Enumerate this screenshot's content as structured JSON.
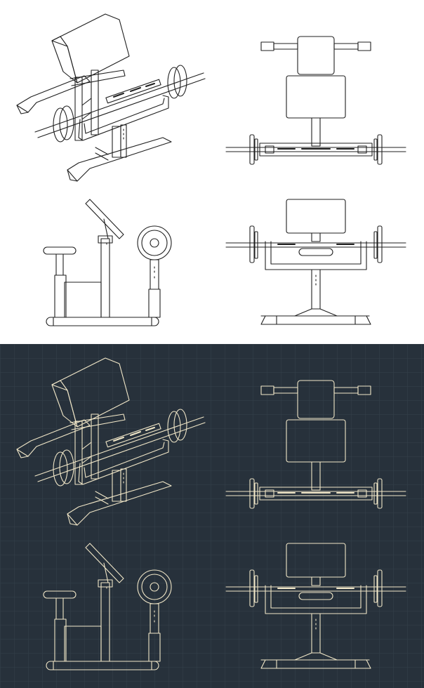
{
  "sheet": {
    "panels": [
      {
        "theme": "light",
        "background": "#ffffff",
        "line_color": "#1f1f1f",
        "accent_color": "#1f1f1f"
      },
      {
        "theme": "blueprint",
        "background": "#27313b",
        "grid_color": "#34414b",
        "line_color": "#f1e7c8",
        "accent_color": "#e8cf8a"
      }
    ],
    "views": [
      "isometric-view",
      "top-view",
      "side-view",
      "front-view"
    ]
  }
}
